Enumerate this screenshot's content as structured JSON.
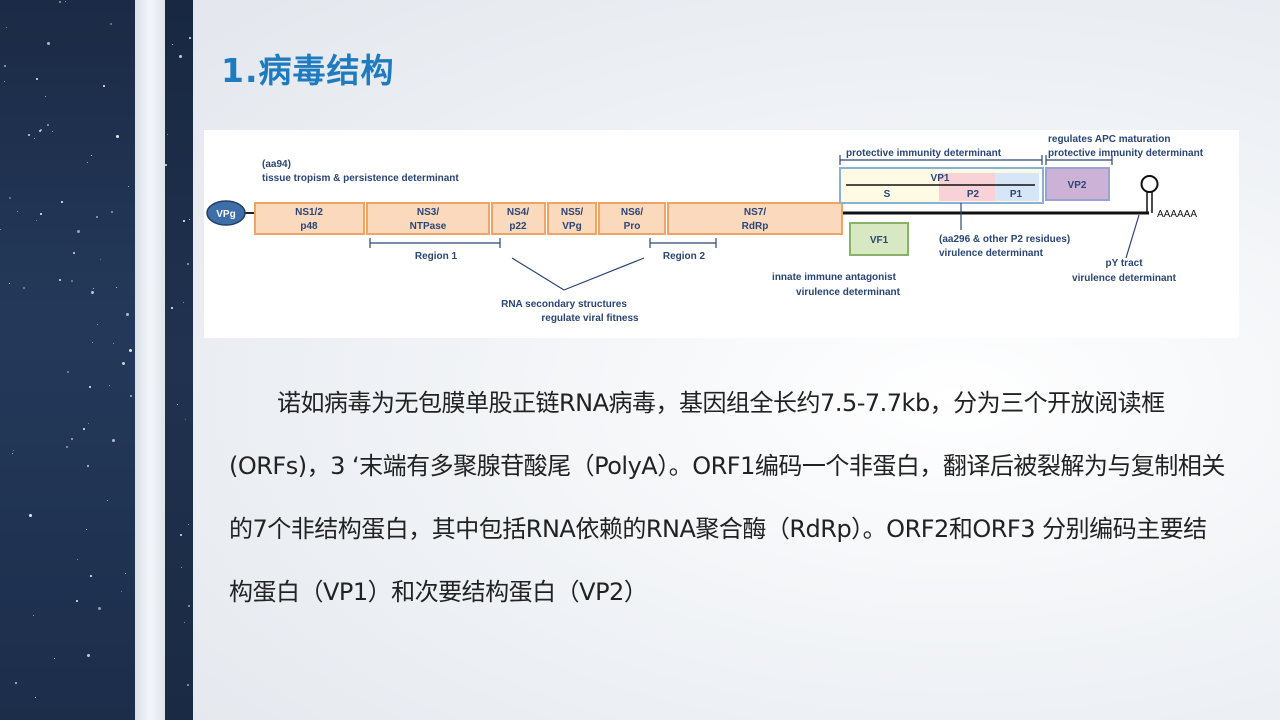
{
  "slide": {
    "title": "1.病毒结构",
    "paragraph": "诺如病毒为无包膜单股正链RNA病毒，基因组全长约7.5-7.7kb，分为三个开放阅读框(ORFs)，3 ‘末端有多聚腺苷酸尾（PolyA）。ORF1编码一个非蛋白，翻译后被裂解为与复制相关的7个非结构蛋白，其中包括RNA依赖的RNA聚合酶（RdRp）。ORF2和ORF3 分别编码主要结构蛋白（VP1）和次要结构蛋白（VP2）"
  },
  "diagram": {
    "vpg_cap": "VPg",
    "orf1_segments": [
      {
        "line1": "NS1/2",
        "line2": "p48"
      },
      {
        "line1": "NS3/",
        "line2": "NTPase"
      },
      {
        "line1": "NS4/",
        "line2": "p22"
      },
      {
        "line1": "NS5/",
        "line2": "VPg"
      },
      {
        "line1": "NS6/",
        "line2": "Pro"
      },
      {
        "line1": "NS7/",
        "line2": "RdRp"
      }
    ],
    "vp1_label": "VP1",
    "vp1_subdomains": [
      "S",
      "P2",
      "P1"
    ],
    "vp2_label": "VP2",
    "vf1_label": "VF1",
    "polya_label": "AAAAAA",
    "region1_label": "Region 1",
    "region2_label": "Region 2",
    "annotations": {
      "aa94_line1": "(aa94)",
      "aa94_line2": "tissue tropism & persistence determinant",
      "protective_vp1": "protective immunity determinant",
      "vp2_line1": "regulates APC maturation",
      "vp2_line2": "protective immunity determinant",
      "p2_line1": "(aa296 & other P2 residues)",
      "p2_line2": "virulence determinant",
      "vf1_line1": "innate immune antagonist",
      "vf1_line2": "virulence determinant",
      "py_line1": "pY tract",
      "py_line2": "virulence determinant",
      "rna_line1": "RNA secondary structures",
      "rna_line2": "regulate viral fitness"
    },
    "colors": {
      "orf1_fill": "#fbd9bd",
      "orf1_stroke": "#f0a463",
      "vp1_fill": "#fdfbe4",
      "vp1_stroke": "#8ab0d8",
      "p2_fill": "#f9d2d8",
      "p1_fill": "#d6e6f6",
      "vp2_fill": "#cdb2d8",
      "vp2_stroke": "#9aa4d0",
      "vf1_fill": "#d7e8c3",
      "vf1_stroke": "#88b268",
      "vpg_fill": "#3e6ea8",
      "label_color": "#2a4576"
    }
  }
}
